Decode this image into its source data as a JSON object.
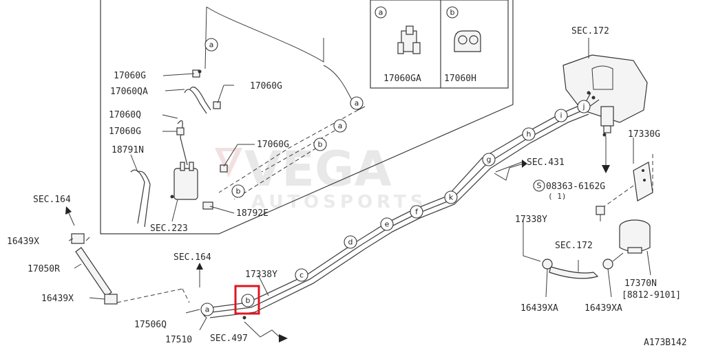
{
  "diagram": {
    "watermark": {
      "main": "VEGA",
      "sub": "AUTOSPORTS"
    },
    "figure_code": "A173B142",
    "inset_labels": {
      "a": "17060GA",
      "b": "17060H"
    },
    "labels": {
      "g_17060G_top": "17060G",
      "l_17060QA": "17060QA",
      "l_17060G_mid": "17060G",
      "l_17060Q": "17060Q",
      "l_17060G_low": "17060G",
      "l_18791N": "18791N",
      "l_17060G_right": "17060G",
      "l_sec223": "SEC.223",
      "l_18792E": "18792E",
      "l_sec164_left": "SEC.164",
      "l_16439X_top": "16439X",
      "l_17050R": "17050R",
      "l_16439X_bot": "16439X",
      "l_sec164_mid": "SEC.164",
      "l_17506Q": "17506Q",
      "l_17510": "17510",
      "l_sec497": "SEC.497",
      "l_17338Y_mid": "17338Y",
      "l_sec431": "SEC.431",
      "l_sec172_top": "SEC.172",
      "l_17330G": "17330G",
      "l_bolt": "08363-6162G",
      "l_bolt_qty": "( 1)",
      "l_17338Y_right": "17338Y",
      "l_sec172_mid": "SEC.172",
      "l_17370N": "17370N",
      "l_17370N_range": "[8812-9101]",
      "l_16439XA_a": "16439XA",
      "l_16439XA_b": "16439XA"
    },
    "callouts": [
      "a",
      "b",
      "c",
      "d",
      "e",
      "f",
      "g",
      "h",
      "i",
      "j",
      "k"
    ],
    "bolt_symbol": "S"
  }
}
